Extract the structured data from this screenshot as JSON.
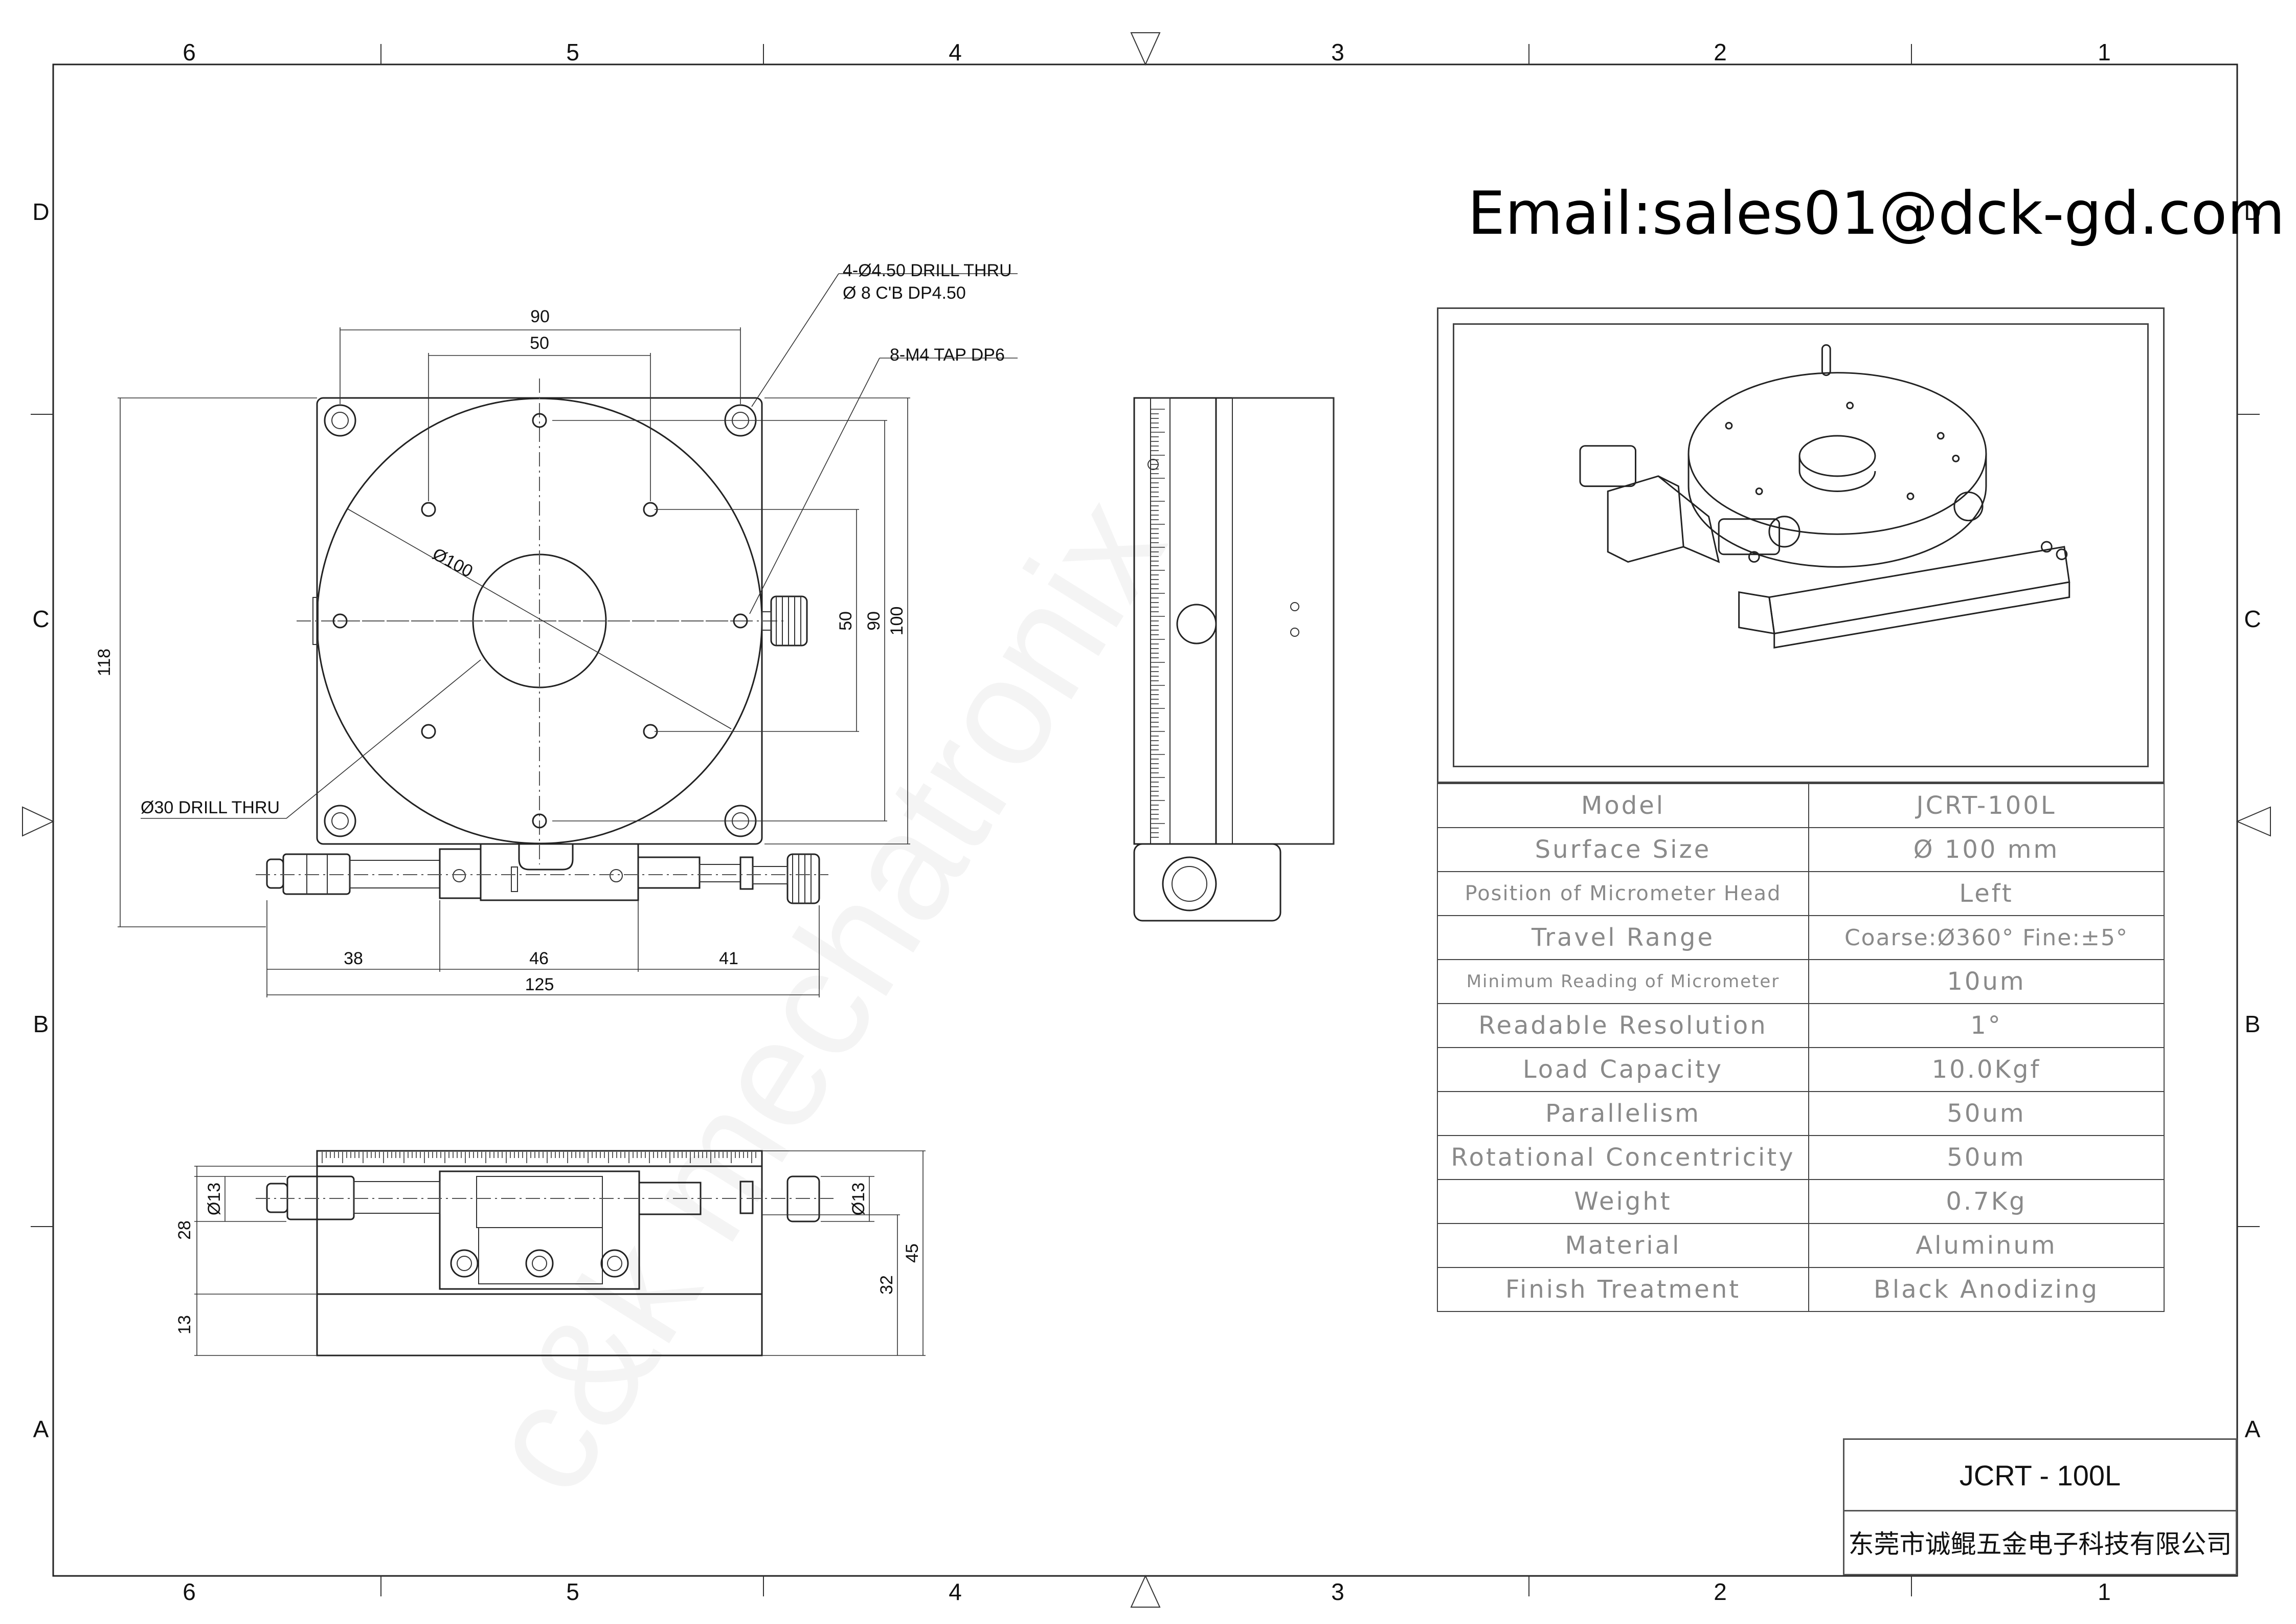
{
  "zones": {
    "top_numbers": [
      "6",
      "5",
      "4",
      "3",
      "2",
      "1"
    ],
    "side_letters": [
      "D",
      "C",
      "B",
      "A"
    ]
  },
  "contact": {
    "email": "Email:sales01@dck-gd.com"
  },
  "watermark": "c&k mechatronix",
  "top_view": {
    "callouts": {
      "counterbore_line1": "4-Ø4.50 DRILL THRU",
      "counterbore_line2": "Ø 8 C'B DP4.50",
      "tap": "8-M4 TAP DP6",
      "drill_thru": "Ø30 DRILL THRU",
      "diameter": "Ø100"
    },
    "dims": {
      "width_90": "90",
      "width_50": "50",
      "height_118": "118",
      "v50": "50",
      "v90": "90",
      "v100": "100",
      "b38": "38",
      "b46": "46",
      "b41": "41",
      "b125": "125"
    }
  },
  "front_view": {
    "dims": {
      "d13_left": "Ø13",
      "d13_right": "Ø13",
      "h28": "28",
      "h13": "13",
      "h32": "32",
      "h45": "45"
    }
  },
  "specs": [
    {
      "label": "Model",
      "value": "JCRT-100L"
    },
    {
      "label": "Surface Size",
      "value": "Ø 100 mm"
    },
    {
      "label": "Position of Micrometer Head",
      "value": "Left"
    },
    {
      "label": "Travel Range",
      "value": "Coarse:Ø360° Fine:±5°"
    },
    {
      "label": "Minimum Reading of Micrometer",
      "value": "10um"
    },
    {
      "label": "Readable Resolution",
      "value": "1°"
    },
    {
      "label": "Load Capacity",
      "value": "10.0Kgf"
    },
    {
      "label": "Parallelism",
      "value": "50um"
    },
    {
      "label": "Rotational Concentricity",
      "value": "50um"
    },
    {
      "label": "Weight",
      "value": "0.7Kg"
    },
    {
      "label": "Material",
      "value": "Aluminum"
    },
    {
      "label": "Finish Treatment",
      "value": "Black Anodizing"
    }
  ],
  "title_block": {
    "model": "JCRT - 100L",
    "company": "东莞市诚鲲五金电子科技有限公司"
  }
}
